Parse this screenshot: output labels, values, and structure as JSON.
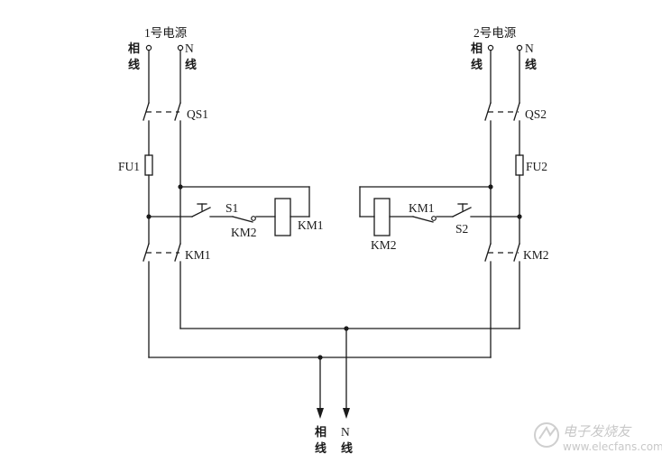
{
  "labels": {
    "source1": "1号电源",
    "source2": "2号电源",
    "phase_line": "相线",
    "phase_char_1": "相",
    "phase_char_2": "线",
    "neutral_char_1": "N",
    "neutral_char_2": "线",
    "qs1": "QS1",
    "qs2": "QS2",
    "fu1": "FU1",
    "fu2": "FU2",
    "km1": "KM1",
    "km2": "KM2",
    "s1": "S1",
    "s2": "S2"
  },
  "watermark": {
    "brand": "电子发烧友",
    "url": "www.elecfans.com"
  },
  "colors": {
    "line": "#1a1a1a",
    "watermark": "#c8c8c8"
  }
}
